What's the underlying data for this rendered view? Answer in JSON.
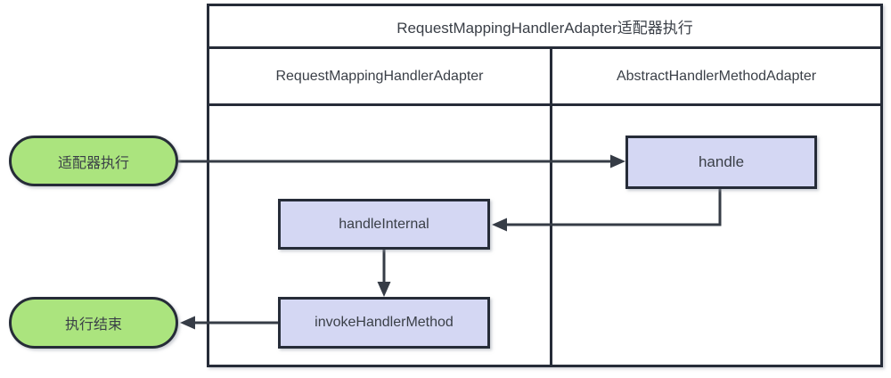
{
  "diagram": {
    "title": "RequestMappingHandlerAdapter适配器执行",
    "columns": [
      {
        "label": "RequestMappingHandlerAdapter"
      },
      {
        "label": "AbstractHandlerMethodAdapter"
      }
    ],
    "nodes": {
      "start": {
        "label": "适配器执行",
        "shape": "rounded-terminal",
        "column": "outside-left"
      },
      "end": {
        "label": "执行结束",
        "shape": "rounded-terminal",
        "column": "outside-left"
      },
      "handle": {
        "label": "handle",
        "shape": "process",
        "column": "AbstractHandlerMethodAdapter"
      },
      "handle_internal": {
        "label": "handleInternal",
        "shape": "process",
        "column": "RequestMappingHandlerAdapter"
      },
      "invoke_handler_method": {
        "label": "invokeHandlerMethod",
        "shape": "process",
        "column": "RequestMappingHandlerAdapter"
      }
    },
    "edges": [
      {
        "from": "start",
        "to": "handle"
      },
      {
        "from": "handle",
        "to": "handle_internal"
      },
      {
        "from": "handle_internal",
        "to": "invoke_handler_method"
      },
      {
        "from": "invoke_handler_method",
        "to": "end"
      }
    ],
    "colors": {
      "border": "#262c38",
      "connector": "#363c46",
      "terminal_fill_green": "#abe47e",
      "process_fill_purple": "#d4d7f3",
      "text": "#3a3f47",
      "background": "#ffffff"
    }
  }
}
